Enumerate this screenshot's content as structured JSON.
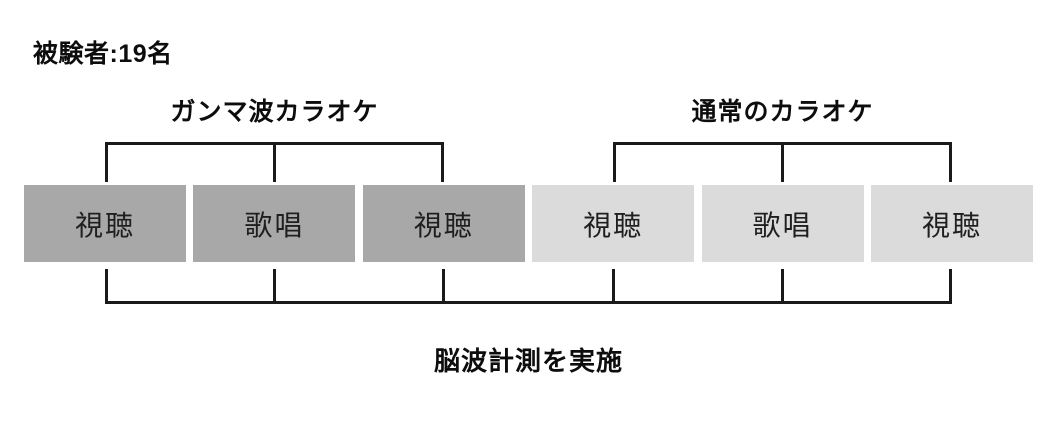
{
  "diagram": {
    "subjects_label": "被験者:19名",
    "groups": [
      {
        "label": "ガンマ波カラオケ",
        "box_color": "#a8a8a8",
        "phases": [
          "視聴",
          "歌唱",
          "視聴"
        ]
      },
      {
        "label": "通常のカラオケ",
        "box_color": "#dbdbdb",
        "phases": [
          "視聴",
          "歌唱",
          "視聴"
        ]
      }
    ],
    "bottom_label": "脳波計測を実施",
    "colors": {
      "background": "#ffffff",
      "line": "#1a1a1a",
      "text": "#0d0d0d",
      "gamma_box": "#a8a8a8",
      "normal_box": "#dbdbdb"
    }
  }
}
